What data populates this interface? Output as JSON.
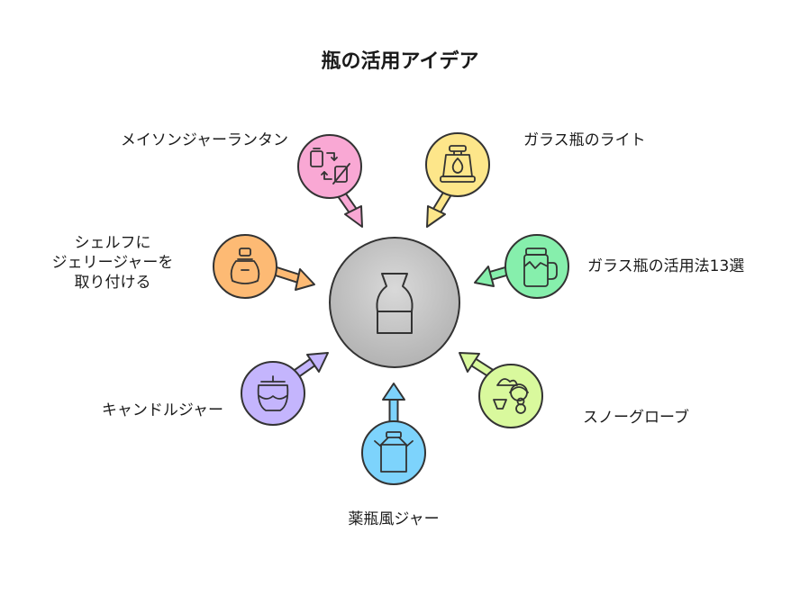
{
  "title": "瓶の活用アイデア",
  "center": {
    "icon": "vase-icon"
  },
  "items": [
    {
      "label": "メイソンジャーランタン",
      "color": "#f9a8d4",
      "icon": "recycle-jar-icon"
    },
    {
      "label": "ガラス瓶のライト",
      "color": "#fde68a",
      "icon": "lantern-icon"
    },
    {
      "label": "シェルフに\nジェリージャーを\n取り付ける",
      "color": "#fdba74",
      "icon": "honey-pot-icon"
    },
    {
      "label": "ガラス瓶の活用法13選",
      "color": "#86efac",
      "icon": "jar-mug-icon"
    },
    {
      "label": "キャンドルジャー",
      "color": "#c4b5fd",
      "icon": "candle-jar-icon"
    },
    {
      "label": "スノーグローブ",
      "color": "#d9f99d",
      "icon": "snow-globe-icon"
    },
    {
      "label": "薬瓶風ジャー",
      "color": "#7dd3fc",
      "icon": "milk-jar-icon"
    }
  ]
}
